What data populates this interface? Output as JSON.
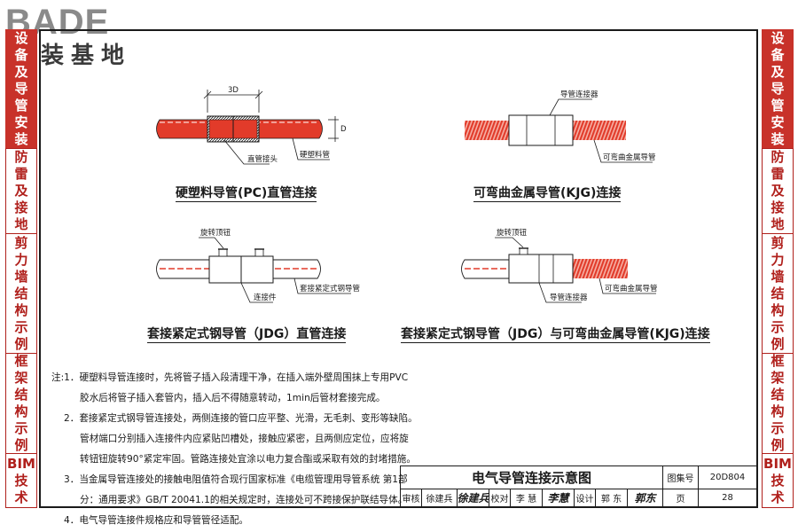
{
  "logo": {
    "main": "BADE",
    "sub": "建装基地"
  },
  "left_tabs": [
    {
      "chars": [
        "设",
        "备",
        "及",
        "导",
        "管",
        "安",
        "装"
      ],
      "active": true
    },
    {
      "chars": [
        "防",
        "雷",
        "及",
        "接",
        "地"
      ],
      "active": false
    },
    {
      "chars": [
        "剪",
        "力",
        "墙",
        "结",
        "构",
        "示",
        "例"
      ],
      "active": false
    },
    {
      "chars": [
        "框",
        "架",
        "结",
        "构",
        "示",
        "例"
      ],
      "active": false
    },
    {
      "chars": [
        "BIM",
        "技",
        "术"
      ],
      "active": false
    }
  ],
  "right_tabs": [
    {
      "chars": [
        "设",
        "备",
        "及",
        "导",
        "管",
        "安",
        "装"
      ],
      "active": true
    },
    {
      "chars": [
        "防",
        "雷",
        "及",
        "接",
        "地"
      ],
      "active": false
    },
    {
      "chars": [
        "剪",
        "力",
        "墙",
        "结",
        "构",
        "示",
        "例"
      ],
      "active": false
    },
    {
      "chars": [
        "框",
        "架",
        "结",
        "构",
        "示",
        "例"
      ],
      "active": false
    },
    {
      "chars": [
        "BIM",
        "技",
        "术"
      ],
      "active": false
    }
  ],
  "diagrams": {
    "pc": {
      "caption": "硬塑料导管(PC)直管连接",
      "dim_length": "3D",
      "dim_dia": "D",
      "label_joint": "直管接头",
      "label_pipe": "硬塑料管"
    },
    "kjg": {
      "caption": "可弯曲金属导管(KJG)连接",
      "label_fitting": "导管连接器",
      "label_pipe": "可弯曲金属导管"
    },
    "jdg": {
      "caption": "套接紧定式钢导管（JDG）直管连接",
      "label_screw": "旋转顶钮",
      "label_fitting": "连接件",
      "label_pipe": "套接紧定式钢导管"
    },
    "jdg_kjg": {
      "caption": "套接紧定式钢导管（JDG）与可弯曲金属导管(KJG)连接",
      "label_screw": "旋转顶钮",
      "label_fitting": "导管连接器",
      "label_pipe": "可弯曲金属导管"
    }
  },
  "notes": [
    "注:1．硬塑料导管连接时，先将管子插入段清理干净，在插入端外壁周围抹上专用PVC",
    "胶水后将管子插入套管内，插入后不得随意转动，1min后管材套接完成。",
    "2．套接紧定式钢导管连接处，两侧连接的管口应平整、光滑，无毛刺、变形等缺陷。",
    "管材端口分别插入连接件内应紧贴凹槽处，接触应紧密，且两侧应定位，应将旋",
    "转钮钮旋转90°紧定牢固。管路连接处宜涂以电力复合酯或采取有效的封堵措施。",
    "3．当金属导管连接处的接触电阻值符合现行国家标准《电缆管理用导管系统 第1部",
    "分：通用要求》GB/T 20041.1的相关规定时，连接处可不跨接保护联结导体。",
    "4．电气导管连接件规格应和导管管径适配。"
  ],
  "title_block": {
    "title": "电气导管连接示意图",
    "atlas_label": "图集号",
    "atlas_no": "20D804",
    "review_label": "审核",
    "review_name": "徐建兵",
    "review_sig": "徐建兵",
    "check_label": "校对",
    "check_name": "李 慧",
    "check_sig": "李慧",
    "design_label": "设计",
    "design_name": "郭 东",
    "design_sig": "郭东",
    "page_label": "页",
    "page_no": "28"
  },
  "colors": {
    "accent": "#c8322a",
    "pipe_red": "#e23b2a",
    "line": "#1a1a1a"
  }
}
